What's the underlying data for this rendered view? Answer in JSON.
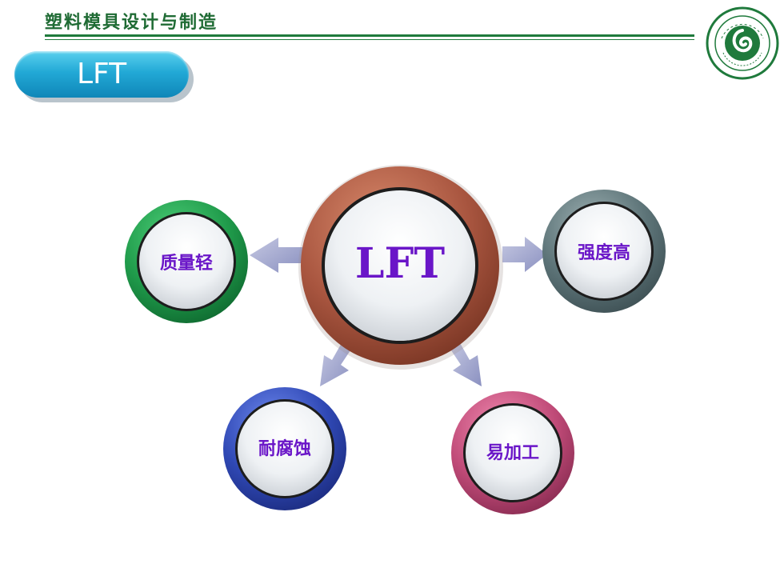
{
  "header": {
    "title": "塑料模具设计与制造"
  },
  "logo": {
    "icon": "university-seal-icon",
    "colors": [
      "#1f7a3c",
      "#ffffff"
    ]
  },
  "section": {
    "label": "LFT"
  },
  "diagram": {
    "center": {
      "label": "LFT",
      "ring_color": "#a8553f"
    },
    "nodes": [
      {
        "label": "质量轻",
        "ring_color": "#1f9a4a"
      },
      {
        "label": "强度高",
        "ring_color": "#5d7478"
      },
      {
        "label": "耐腐蚀",
        "ring_color": "#2f48b4"
      },
      {
        "label": "易加工",
        "ring_color": "#c04b78"
      }
    ],
    "arrow_color": "#9aa0c8",
    "text_color": "#6a16c8"
  }
}
